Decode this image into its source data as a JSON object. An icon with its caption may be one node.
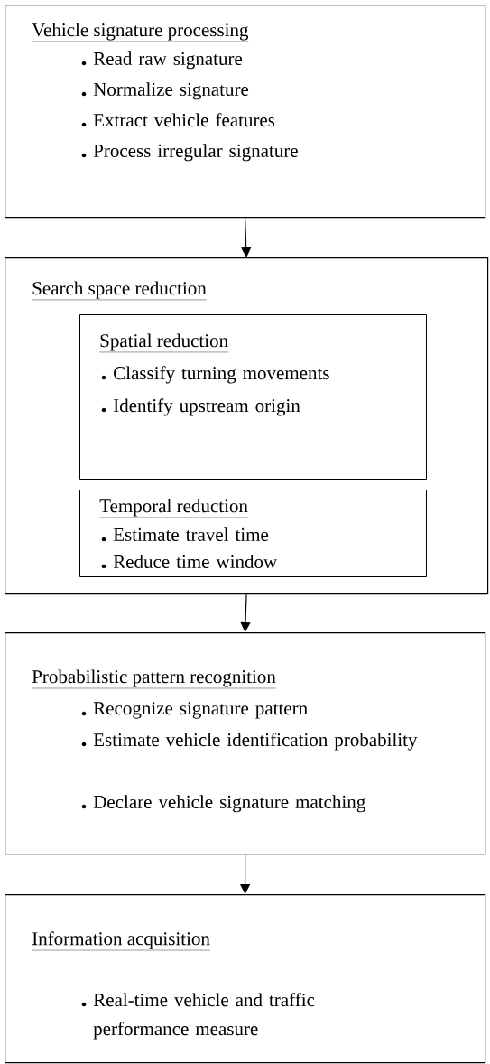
{
  "diagram": {
    "nodes": [
      {
        "text": [
          "Vehicle signature processing",
          "Read raw signature",
          "Normalize signature",
          "Extract vehicle features",
          "Process irregular signature"
        ]
      },
      {
        "text": [
          "Search space reduction"
        ]
      },
      {
        "text": [
          "Spatial reduction",
          "Classify turning movements",
          "Identify upstream origin"
        ],
        "in": 1
      },
      {
        "text": [
          "Temporal reduction",
          "Estimate travel time",
          "Reduce time window"
        ],
        "in": 1
      },
      {
        "text": [
          "Probabilistic pattern recognition",
          "Recognize signature pattern",
          "Estimate vehicle identification probability",
          "Declare vehicle signature matching"
        ]
      },
      {
        "text": [
          "Information acquisition",
          "Real-time vehicle and traffic performance measure"
        ]
      }
    ],
    "edges": [
      {
        "from": 0,
        "to": 1,
        "arrow": "to"
      },
      {
        "from": 1,
        "to": 4,
        "arrow": "to"
      },
      {
        "from": 4,
        "to": 5,
        "arrow": "to"
      }
    ]
  }
}
